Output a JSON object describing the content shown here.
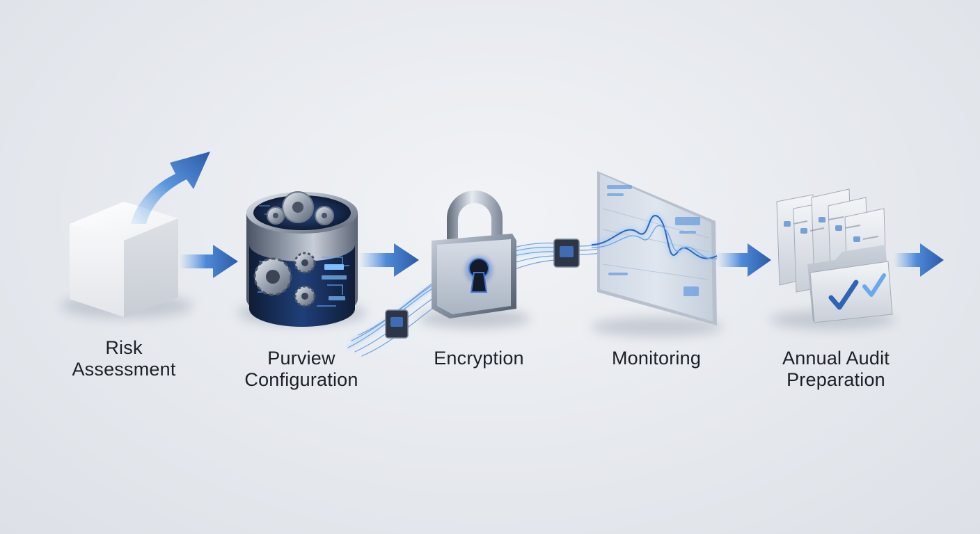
{
  "steps": [
    {
      "id": "risk-assessment",
      "label": "Risk\nAssessment",
      "icon": "cube-with-up-arrow-icon"
    },
    {
      "id": "purview-configuration",
      "label": "Purview\nConfiguration",
      "icon": "gears-database-icon"
    },
    {
      "id": "encryption",
      "label": "Encryption",
      "icon": "padlock-icon"
    },
    {
      "id": "monitoring",
      "label": "Monitoring",
      "icon": "waveform-monitor-icon"
    },
    {
      "id": "annual-audit-preparation",
      "label": "Annual Audit\nPreparation",
      "icon": "audit-folders-checkmark-icon"
    }
  ],
  "colors": {
    "accent": "#2f64b5",
    "accent_light": "#6aa8ec",
    "glow": "#8cc4ff",
    "background": "#e6e9ee",
    "text": "#1b1f27"
  }
}
